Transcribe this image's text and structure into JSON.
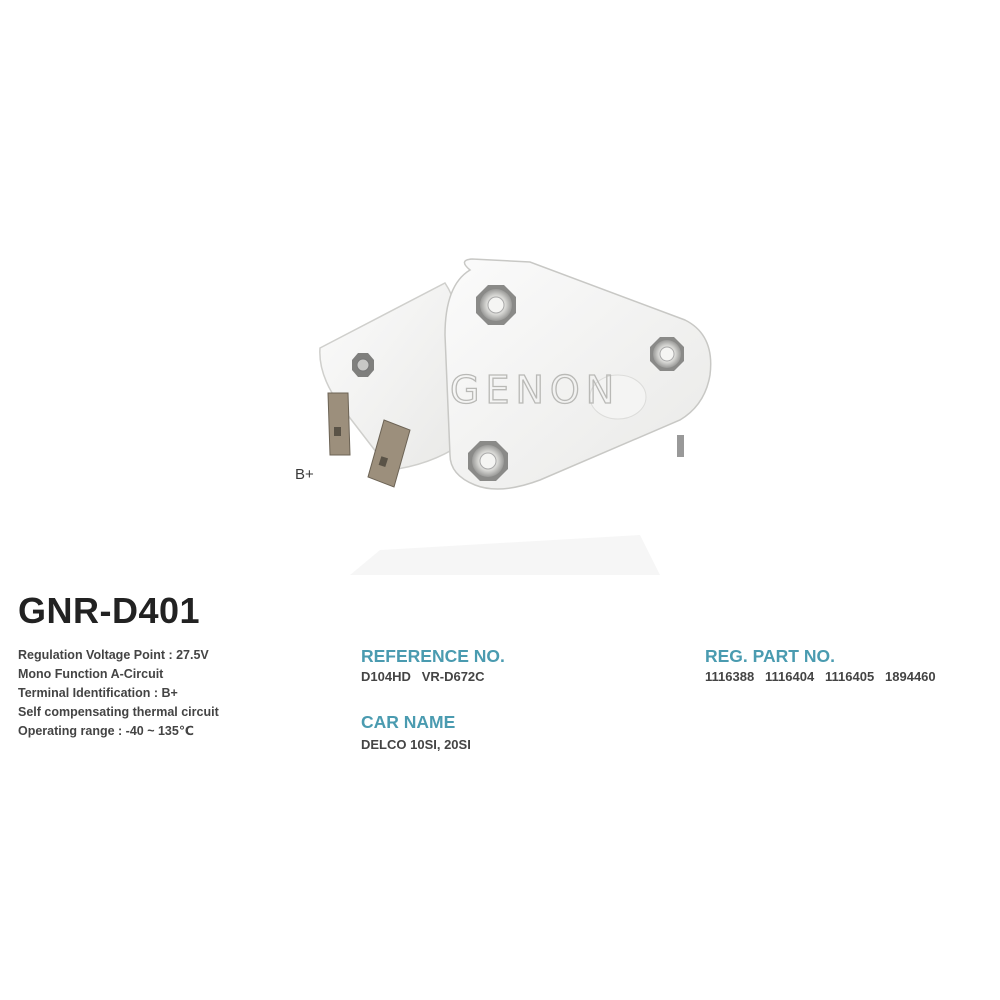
{
  "product": {
    "watermark": "GENON",
    "terminal_label": "B+"
  },
  "title": "GNR-D401",
  "specs": [
    "Regulation Voltage Point : 27.5V",
    "Mono Function A-Circuit",
    "Terminal Identification : B+",
    "Self compensating thermal circuit",
    "Operating range : -40 ~ 135℃"
  ],
  "reference": {
    "heading": "REFERENCE NO.",
    "value": "D104HD   VR-D672C"
  },
  "car": {
    "heading": "CAR NAME",
    "value": "DELCO 10SI, 20SI"
  },
  "reg_part": {
    "heading": "REG. PART NO.",
    "value": "1116388   1116404   1116405   1894460"
  },
  "colors": {
    "accent": "#4a9bb0",
    "text": "#444444",
    "title": "#222222"
  }
}
